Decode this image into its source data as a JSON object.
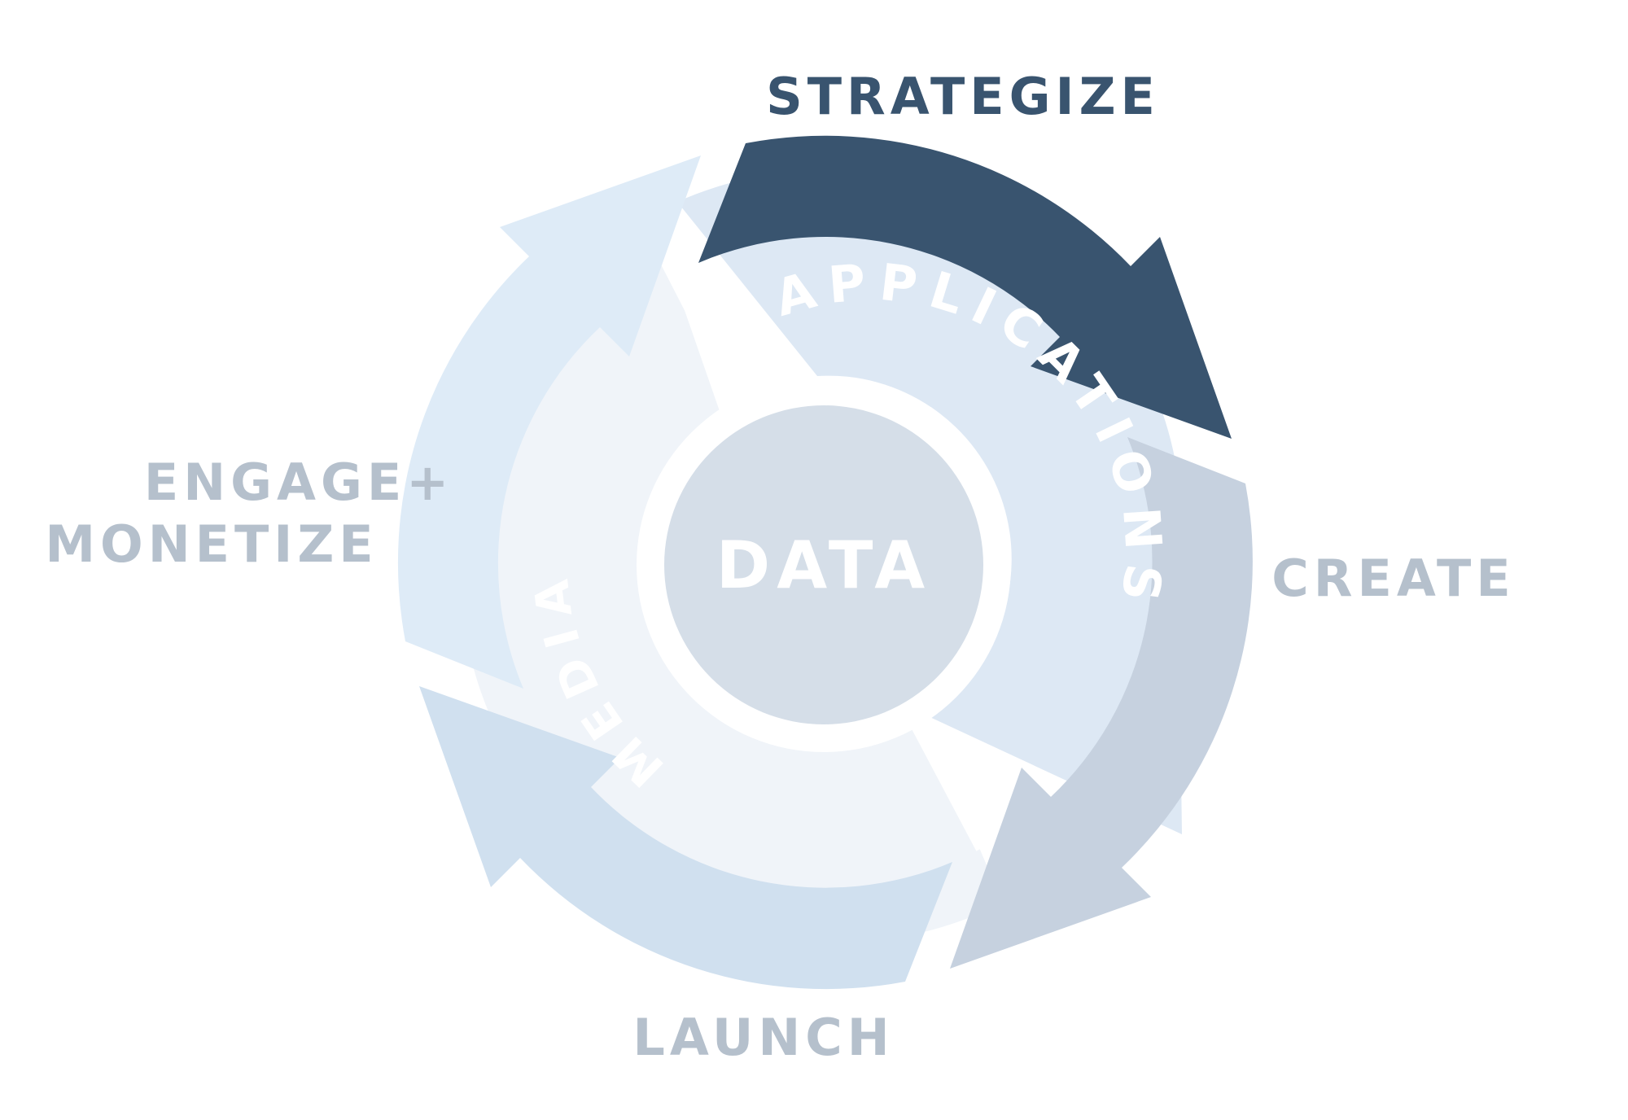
{
  "diagram": {
    "center_label": "DATA",
    "ring_labels": {
      "applications": "APPLICATIONS",
      "media": "MEDIA"
    },
    "stages": {
      "strategize": "STRATEGIZE",
      "create": "CREATE",
      "launch": "LAUNCH",
      "engage_line1": "ENGAGE+",
      "engage_line2": "MONETIZE"
    }
  },
  "colors": {
    "strategize": "#39546f",
    "create": "#c6d1df",
    "launch": "#d0e0ef",
    "engage": "#deebf7",
    "ring_applications": "#dde8f4",
    "ring_media": "#f0f4f9",
    "core": "#d5dee8",
    "stage_label_strong": "#39546f",
    "stage_label_muted": "#b5c0cc"
  }
}
